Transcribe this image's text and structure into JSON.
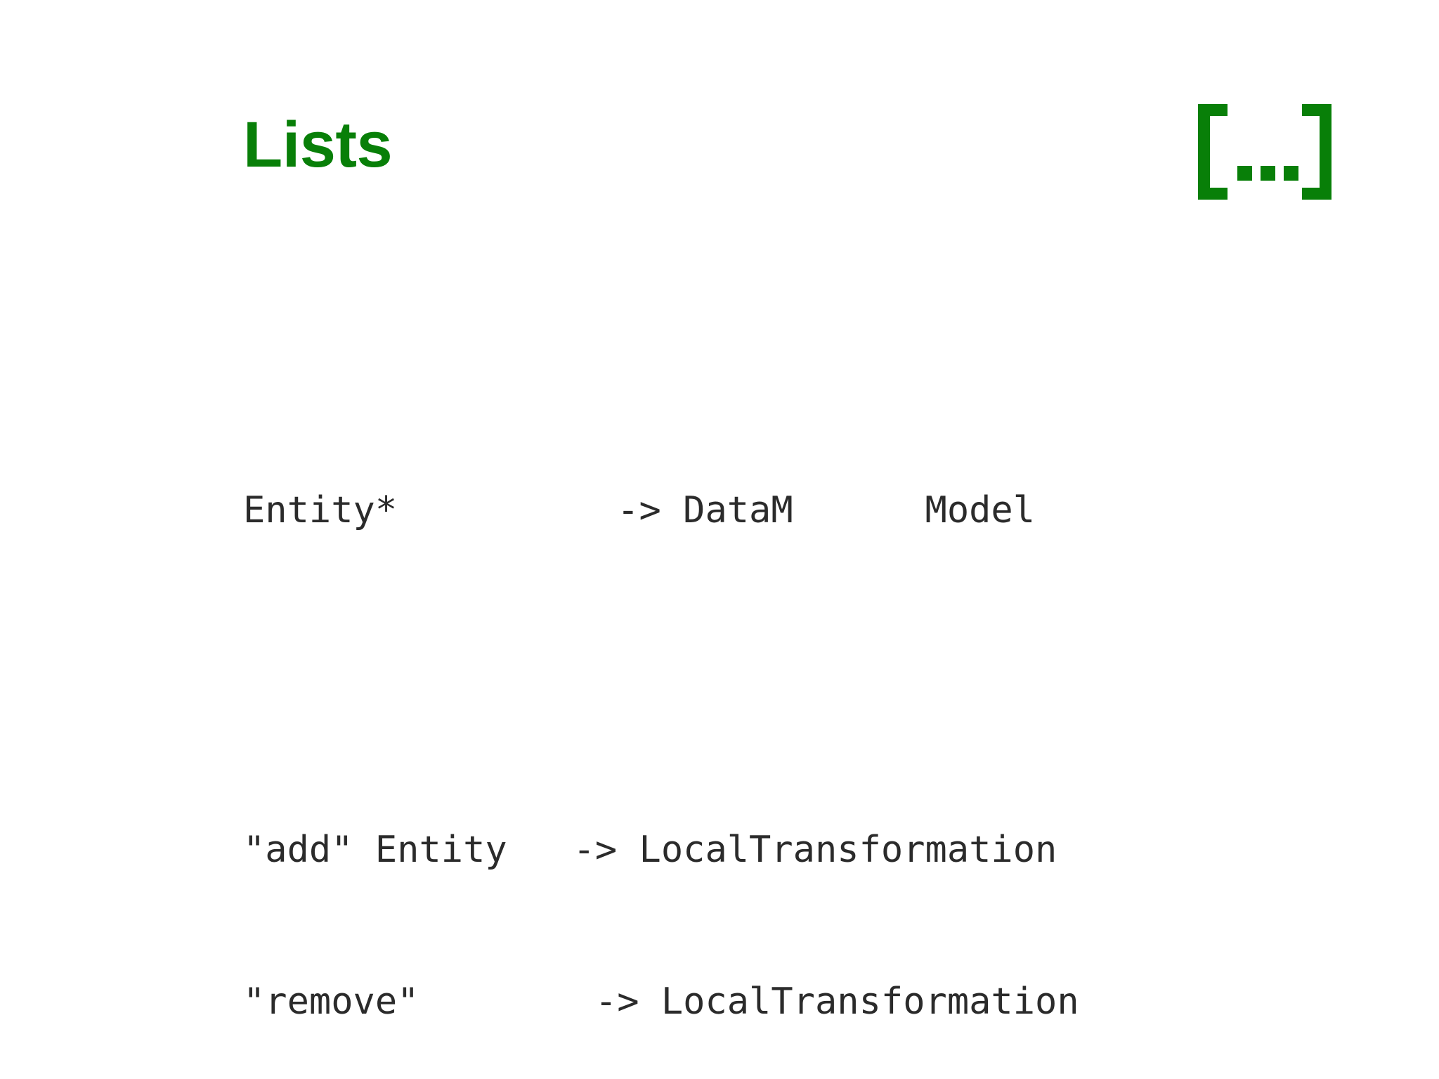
{
  "slide": {
    "title": "Lists",
    "continuation_marker": "[...]",
    "accent_color": "#087f08",
    "text_color": "#2b2b2b",
    "background_color": "#ffffff"
  },
  "mapping": {
    "source": "Entity*",
    "arrow": "->",
    "target": "DataM",
    "trailing": "Model",
    "full_line": "Entity*          -> DataM      Model"
  },
  "handlers": {
    "lines": [
      {
        "name": "\"add\" Entity",
        "arrow": "->",
        "target": "LocalTransformation",
        "full_line": "\"add\" Entity   -> LocalTransformation"
      },
      {
        "name": "\"remove\"",
        "arrow": "->",
        "target": "LocalTransformation",
        "full_line": "\"remove\"        -> LocalTransformation"
      }
    ]
  }
}
